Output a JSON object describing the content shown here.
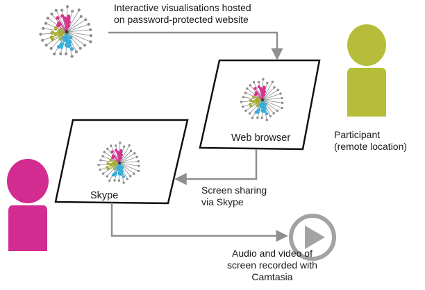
{
  "colors": {
    "magenta": "#d8328f",
    "olive": "#a7ad3a",
    "cyan": "#38aedb",
    "grey": "#8c8c8c",
    "dark": "#3a3a3a",
    "person_green": "#b5bd3a",
    "person_pink": "#d32c90",
    "play": "#a3a3a3",
    "arrow": "#8f8f8f"
  },
  "icons": {
    "network": "radial-network-graph-icon",
    "participant": "person-icon",
    "researcher": "person-icon",
    "recorder": "play-icon"
  },
  "labels": {
    "hosted": [
      "Interactive visualisations hosted",
      "on password-protected website"
    ],
    "browser": "Web browser",
    "skype": "Skype",
    "sharing": [
      "Screen sharing",
      "via Skype"
    ],
    "participant": [
      "Participant",
      "(remote location)"
    ],
    "recording": [
      "Audio and video of",
      "screen recorded with",
      "Camtasia"
    ]
  }
}
